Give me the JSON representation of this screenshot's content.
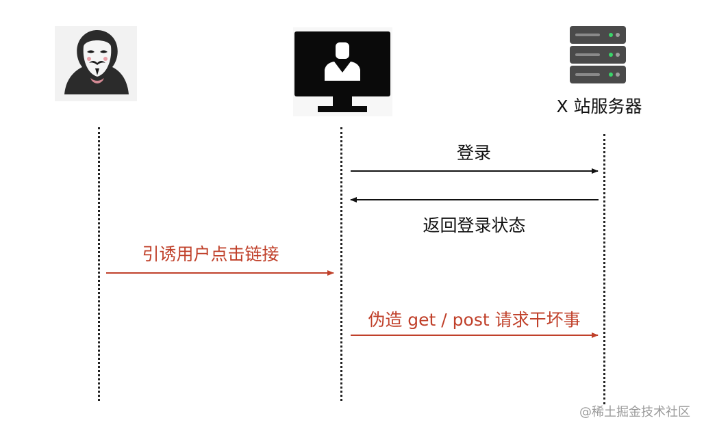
{
  "participants": {
    "attacker": {
      "icon": "hacker-icon"
    },
    "user": {
      "icon": "monitor-user-icon"
    },
    "server": {
      "icon": "server-icon",
      "label": "X 站服务器"
    }
  },
  "messages": [
    {
      "label": "登录",
      "from": "user",
      "to": "server",
      "color": "#111111"
    },
    {
      "label": "返回登录状态",
      "from": "server",
      "to": "user",
      "color": "#111111"
    },
    {
      "label": "引诱用户点击链接",
      "from": "attacker",
      "to": "user",
      "color": "#c0402a"
    },
    {
      "label": "伪造 get / post 请求干坏事",
      "from": "user",
      "to": "server",
      "color": "#c0402a"
    }
  ],
  "watermark": "@稀土掘金技术社区",
  "colors": {
    "attack": "#c0402a",
    "normal": "#111111"
  }
}
